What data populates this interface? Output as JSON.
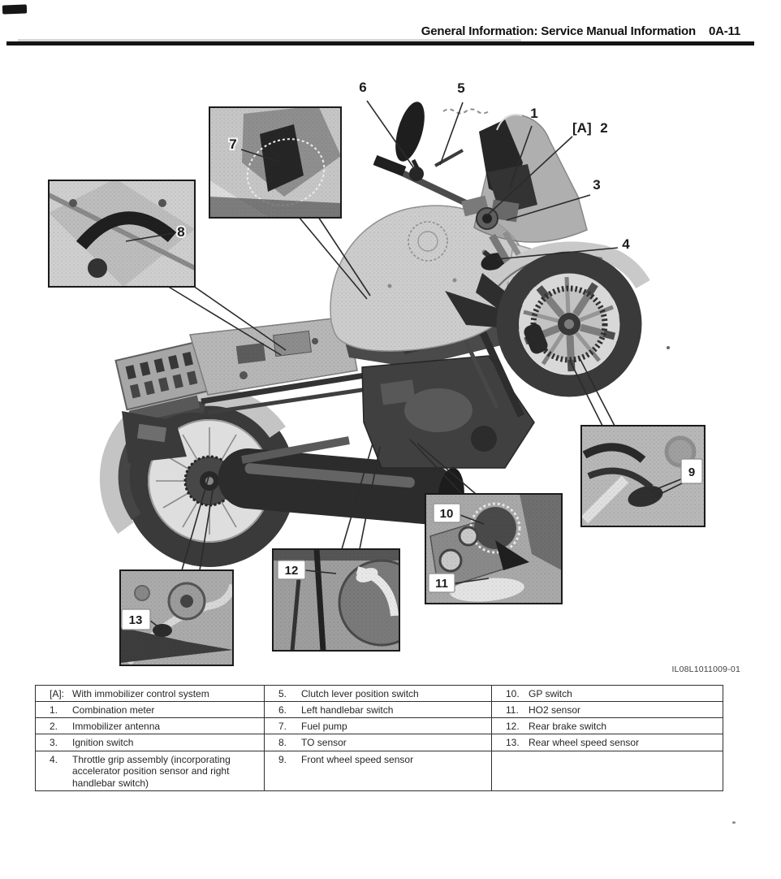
{
  "header": {
    "title": "General Information: Service Manual Information",
    "page_code": "0A-11"
  },
  "figure": {
    "code": "IL08L1011009-01",
    "callouts": {
      "a_bracket": "[A]",
      "a_num": "2",
      "n1": "1",
      "n3": "3",
      "n4": "4",
      "n5": "5",
      "n6": "6",
      "n7": "7",
      "n8": "8",
      "n9": "9",
      "n10": "10",
      "n11": "11",
      "n12": "12",
      "n13": "13"
    }
  },
  "colors": {
    "ink": "#1c1c1c",
    "rule": "#141414"
  },
  "legend": {
    "rows": [
      {
        "c0n": "[A]:",
        "c0d": "With immobilizer control system",
        "c1n": "5.",
        "c1d": "Clutch lever position switch",
        "c2n": "10.",
        "c2d": "GP switch"
      },
      {
        "c0n": "1.",
        "c0d": "Combination meter",
        "c1n": "6.",
        "c1d": "Left handlebar switch",
        "c2n": "11.",
        "c2d": "HO2 sensor"
      },
      {
        "c0n": "2.",
        "c0d": "Immobilizer antenna",
        "c1n": "7.",
        "c1d": "Fuel pump",
        "c2n": "12.",
        "c2d": "Rear brake switch"
      },
      {
        "c0n": "3.",
        "c0d": "Ignition switch",
        "c1n": "8.",
        "c1d": "TO sensor",
        "c2n": "13.",
        "c2d": "Rear wheel speed sensor"
      },
      {
        "c0n": "4.",
        "c0d": "Throttle grip assembly (incorporating accelerator position sensor and right handlebar switch)",
        "c1n": "9.",
        "c1d": "Front wheel speed sensor",
        "c2n": "",
        "c2d": ""
      }
    ]
  }
}
